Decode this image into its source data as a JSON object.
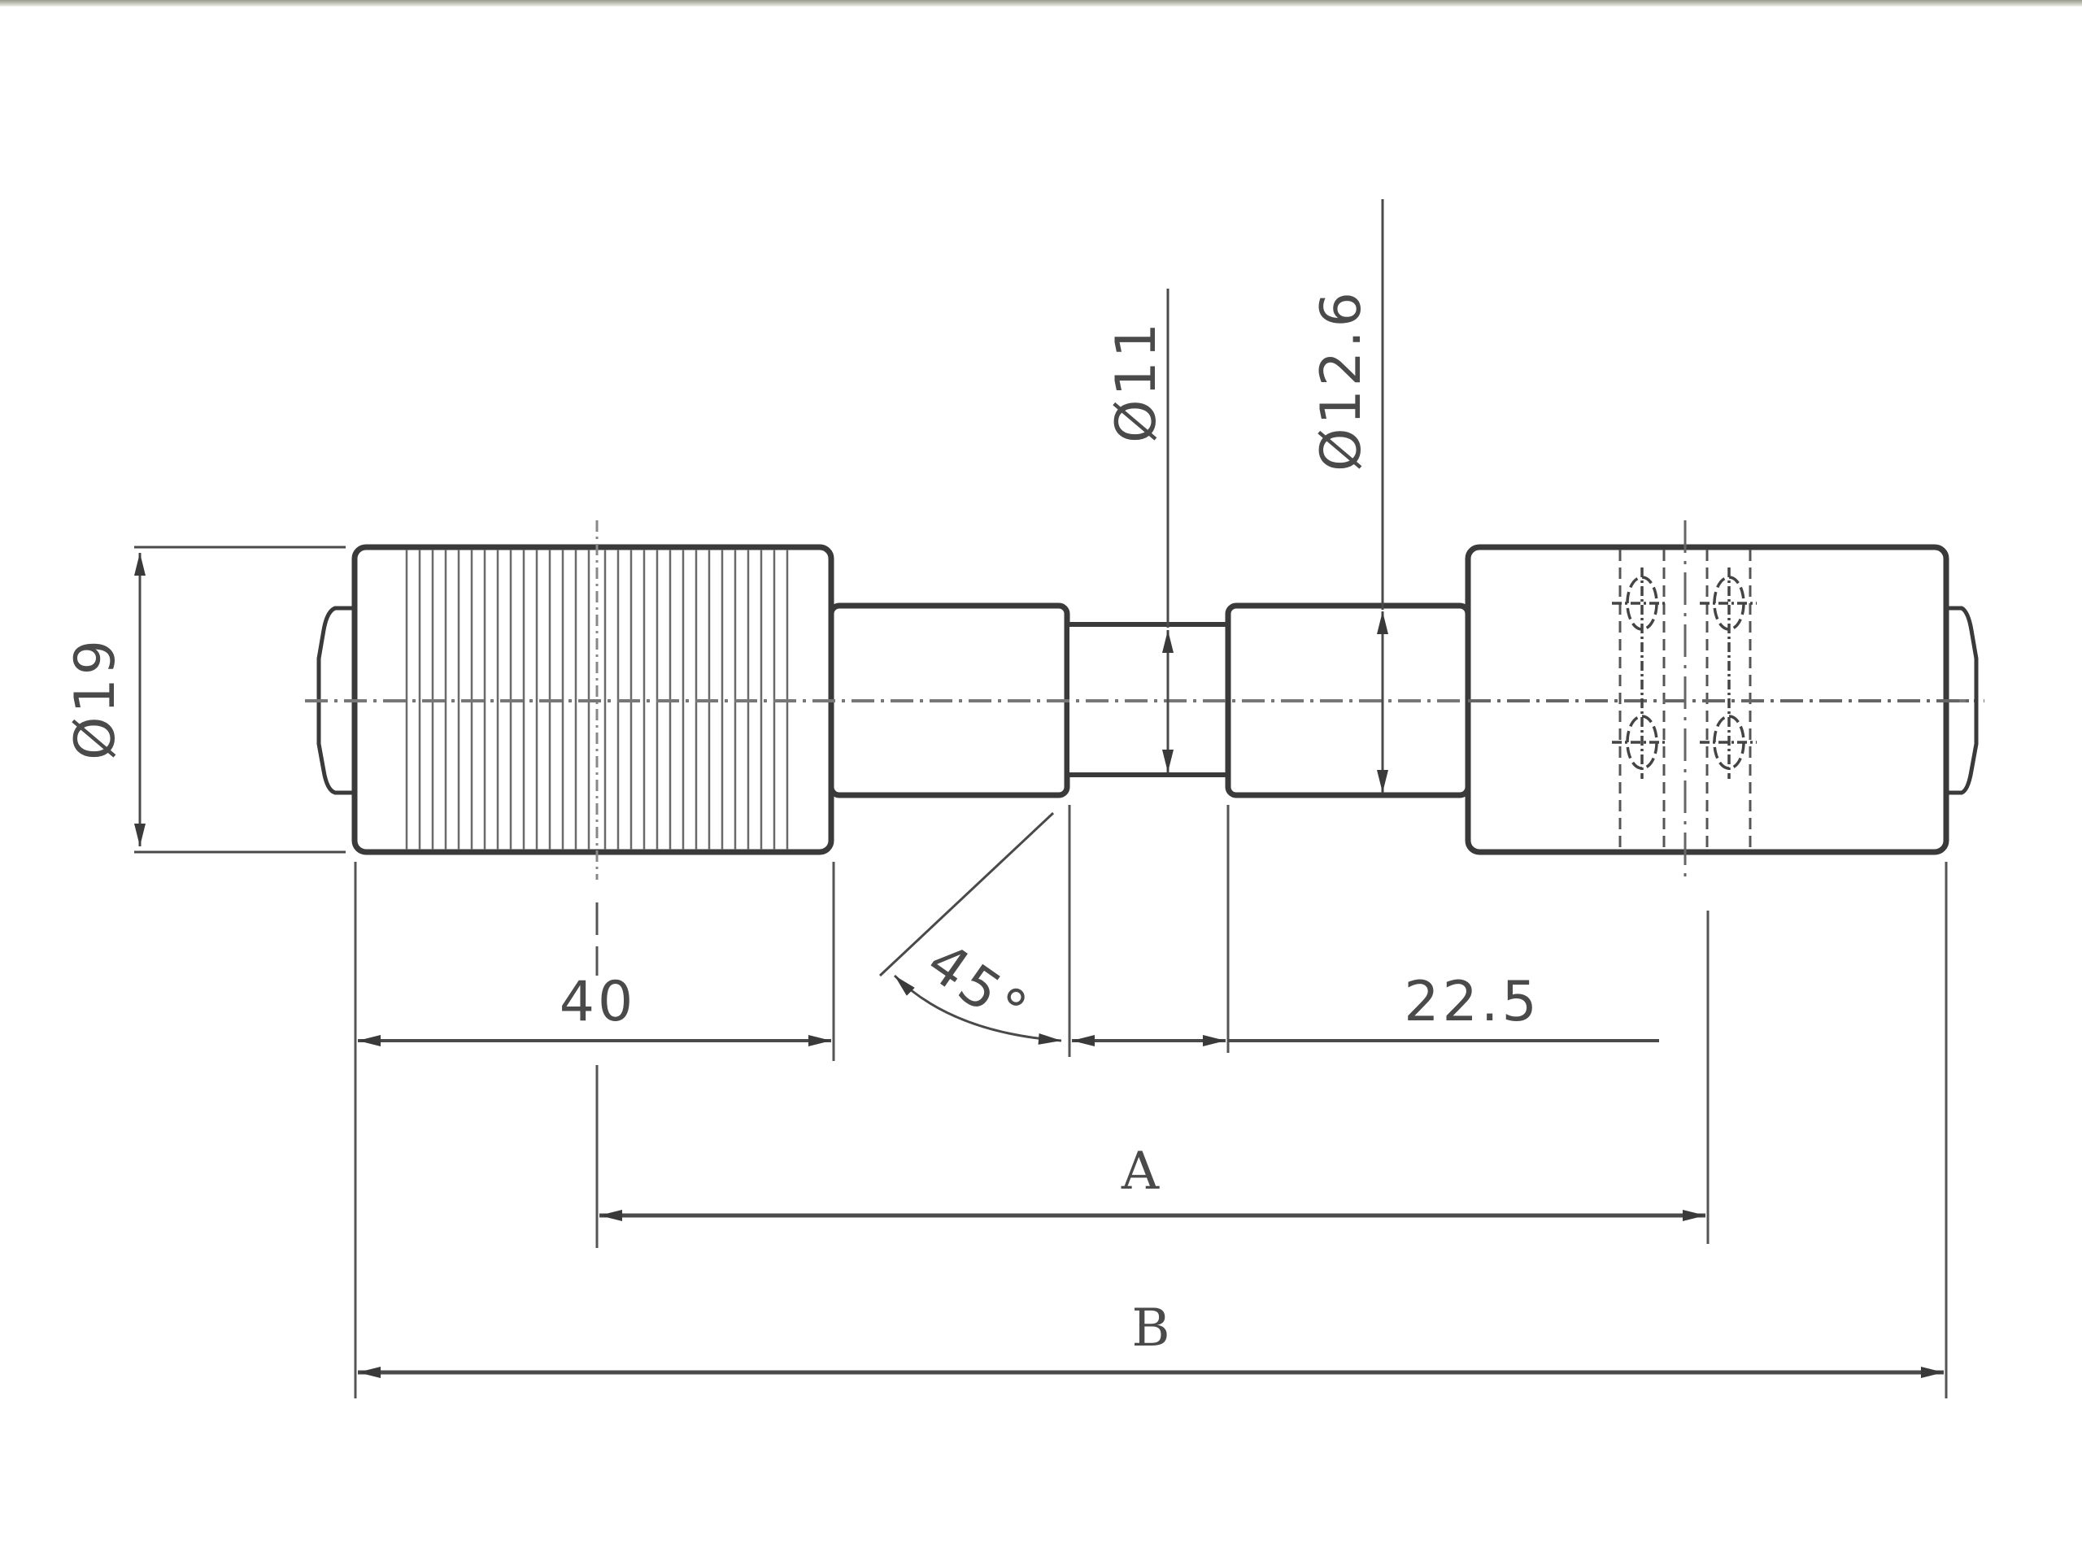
{
  "drawing": {
    "title": "Shaft coupling assembly technical drawing",
    "line_color": "#3a3a3a",
    "dimension_color": "#4a4a4a",
    "dimensions": {
      "dia_body": "Ø19",
      "dia_neck": "Ø11",
      "dia_shaft": "Ø12.6",
      "length_knurled": "40",
      "chamfer_angle": "45°",
      "length_right": "22.5",
      "length_a": "A",
      "length_b": "B"
    },
    "features": {
      "left_cylinder": "knurled",
      "right_cylinder": "cross-drilled with 4 holes",
      "centerline": "dash-dot axis"
    }
  }
}
